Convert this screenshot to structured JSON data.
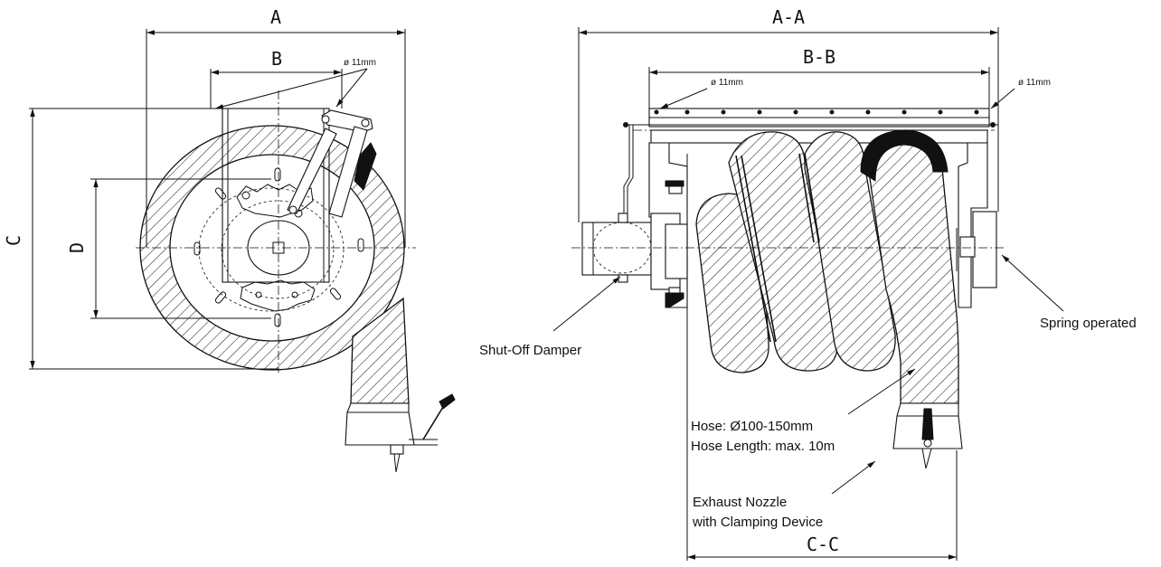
{
  "dimensions": {
    "a": "A",
    "b": "B",
    "c": "C",
    "d": "D",
    "aa": "A-A",
    "bb": "B-B",
    "cc": "C-C",
    "hole_left": "ø 11mm",
    "hole_mid": "ø 11mm",
    "hole_right": "ø 11mm"
  },
  "labels": {
    "shut_off_damper": "Shut-Off Damper",
    "spring_operated": "Spring operated",
    "hose_diameter": "Hose: Ø100-150mm",
    "hose_length": "Hose Length: max. 10m",
    "nozzle_line1": "Exhaust Nozzle",
    "nozzle_line2": "with Clamping Device"
  }
}
